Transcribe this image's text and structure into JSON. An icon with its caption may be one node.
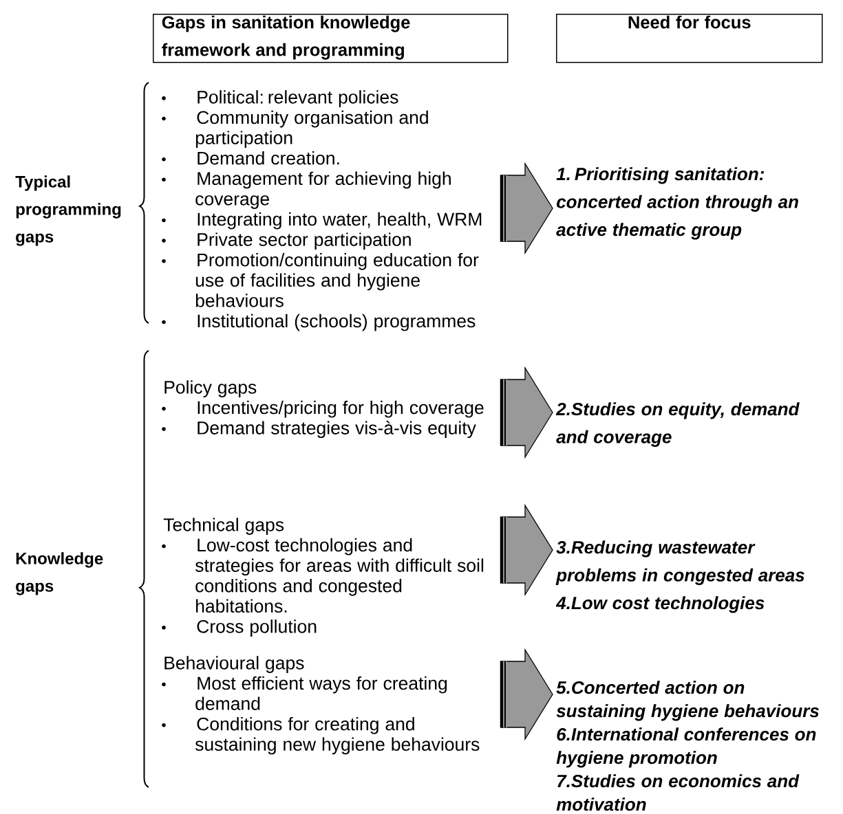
{
  "diagram": {
    "nodes": [
      {
        "text": [
          "Gaps in sanitation knowledge framework and programming"
        ]
      },
      {
        "text": [
          "Need for focus"
        ]
      },
      {
        "text": [
          "Political: relevant policies",
          "Community organisation and participation",
          "Demand creation.",
          "Management for achieving high coverage",
          "Integrating into water, health, WRM",
          "Private sector participation",
          "Promotion/continuing education for use of facilities and hygiene behaviours",
          "Institutional (schools) programmes"
        ]
      },
      {
        "text": [
          "1. Prioritising sanitation: concerted action through an active thematic group"
        ]
      },
      {
        "text": [
          "Policy gaps",
          "Incentives/pricing for high coverage",
          "Demand strategies vis-à-vis equity"
        ]
      },
      {
        "text": [
          "2.Studies on equity, demand and coverage"
        ]
      },
      {
        "text": [
          "Technical gaps",
          "Low-cost technologies and strategies for areas with difficult soil conditions and congested habitations.",
          "Cross pollution"
        ]
      },
      {
        "text": [
          "3.Reducing wastewater problems in congested areas",
          "4.Low cost technologies"
        ]
      },
      {
        "text": [
          "Behavioural gaps",
          "Most efficient ways for creating demand",
          "Conditions for creating and sustaining new hygiene behaviours"
        ]
      },
      {
        "text": [
          "5.Concerted action on sustaining hygiene behaviours",
          "6.International conferences on hygiene promotion",
          "7.Studies on economics and motivation"
        ]
      }
    ],
    "edges": [
      {
        "from": 2,
        "to": 3,
        "arrow": "to"
      },
      {
        "from": 4,
        "to": 5,
        "arrow": "to"
      },
      {
        "from": 6,
        "to": 7,
        "arrow": "to"
      },
      {
        "from": 8,
        "to": 9,
        "arrow": "to"
      }
    ],
    "labels": [
      "Typical programming gaps",
      "Knowledge gaps"
    ]
  }
}
